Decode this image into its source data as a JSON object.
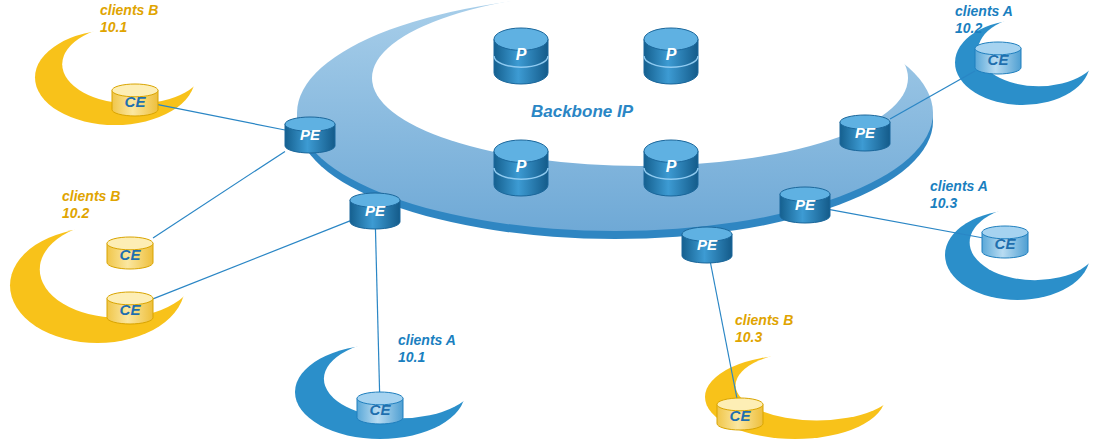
{
  "diagram": {
    "nodes": [
      {
        "text": [
          "Backbone IP"
        ]
      },
      {
        "text": [
          "P"
        ],
        "in": 0
      },
      {
        "text": [
          "P"
        ],
        "in": 0
      },
      {
        "text": [
          "P"
        ],
        "in": 0
      },
      {
        "text": [
          "P"
        ],
        "in": 0
      },
      {
        "text": [
          "PE"
        ],
        "in": 0
      },
      {
        "text": [
          "PE"
        ],
        "in": 0
      },
      {
        "text": [
          "PE"
        ],
        "in": 0
      },
      {
        "text": [
          "PE"
        ],
        "in": 0
      },
      {
        "text": [
          "PE"
        ],
        "in": 0
      },
      {
        "text": [
          "clients B 10.1"
        ]
      },
      {
        "text": [
          "CE"
        ],
        "in": 10
      },
      {
        "text": [
          "clients B 10.2"
        ]
      },
      {
        "text": [
          "CE"
        ],
        "in": 12
      },
      {
        "text": [
          "CE"
        ],
        "in": 12
      },
      {
        "text": [
          "clients A 10.1"
        ]
      },
      {
        "text": [
          "CE"
        ],
        "in": 15
      },
      {
        "text": [
          "clients B 10.3"
        ]
      },
      {
        "text": [
          "CE"
        ],
        "in": 17
      },
      {
        "text": [
          "clients A 10.3"
        ]
      },
      {
        "text": [
          "CE"
        ],
        "in": 19
      },
      {
        "text": [
          "clients A 10.2"
        ]
      },
      {
        "text": [
          "CE"
        ],
        "in": 21
      }
    ],
    "edges": [
      {
        "from": 11,
        "to": 5,
        "arrow": "none"
      },
      {
        "from": 13,
        "to": 5,
        "arrow": "none"
      },
      {
        "from": 14,
        "to": 6,
        "arrow": "none"
      },
      {
        "from": 16,
        "to": 6,
        "arrow": "none"
      },
      {
        "from": 18,
        "to": 7,
        "arrow": "none"
      },
      {
        "from": 20,
        "to": 8,
        "arrow": "none"
      },
      {
        "from": 22,
        "to": 9,
        "arrow": "none"
      }
    ]
  }
}
